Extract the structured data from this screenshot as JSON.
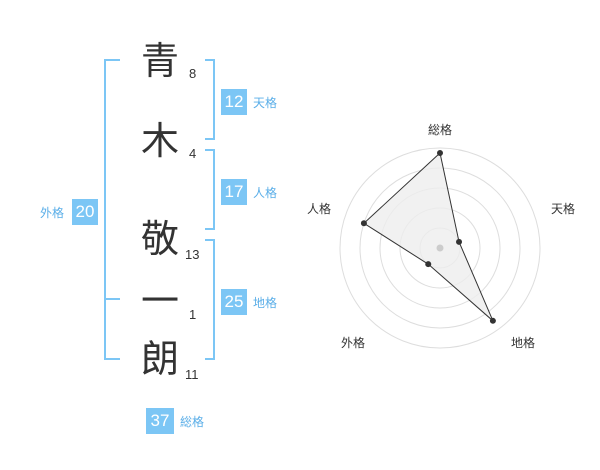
{
  "name": {
    "chars": [
      {
        "char": "青",
        "strokes": "8"
      },
      {
        "char": "木",
        "strokes": "4"
      },
      {
        "char": "敬",
        "strokes": "13"
      },
      {
        "char": "一",
        "strokes": "1"
      },
      {
        "char": "朗",
        "strokes": "11"
      }
    ]
  },
  "fortune": {
    "tenkaku": {
      "value": "12",
      "label": "天格"
    },
    "jinkaku": {
      "value": "17",
      "label": "人格"
    },
    "chikaku": {
      "value": "25",
      "label": "地格"
    },
    "gaikaku": {
      "value": "20",
      "label": "外格"
    },
    "soukaku": {
      "value": "37",
      "label": "総格"
    }
  },
  "chart_data": {
    "type": "radar",
    "axes": [
      "総格",
      "天格",
      "地格",
      "外格",
      "人格"
    ],
    "values": [
      0.95,
      0.2,
      0.9,
      0.2,
      0.8
    ],
    "rmax": 1,
    "rings": 5,
    "colors": {
      "fill": "#eeeeee",
      "stroke": "#333333",
      "ring": "#dddddd",
      "point": "#333333",
      "center": "#cccccc"
    }
  },
  "colors": {
    "accent": "#7cc6f5",
    "label": "#5aaee8",
    "bracket": "#7cc6f5"
  }
}
